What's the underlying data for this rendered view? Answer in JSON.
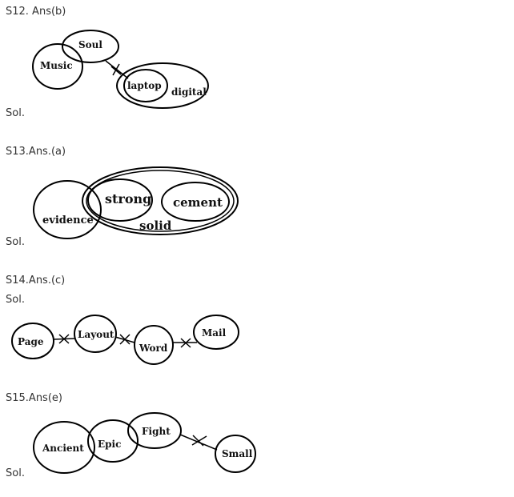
{
  "questions": [
    {
      "id": "S12",
      "answer_label": "S12. Ans(b)",
      "sol_label": "Sol.",
      "terms": {
        "music": "Music",
        "soul": "Soul",
        "laptop": "laptop",
        "digital": "digital"
      }
    },
    {
      "id": "S13",
      "answer_label": "S13.Ans.(a)",
      "sol_label": "Sol.",
      "terms": {
        "evidence": "evidence",
        "strong": "strong",
        "cement": "cement",
        "solid": "solid"
      }
    },
    {
      "id": "S14",
      "answer_label": "S14.Ans.(c)",
      "sol_label": "Sol.",
      "terms": {
        "page": "Page",
        "layout": "Layout",
        "word": "Word",
        "mail": "Mail"
      }
    },
    {
      "id": "S15",
      "answer_label": "S15.Ans(e)",
      "sol_label": "Sol.",
      "terms": {
        "ancient": "Ancient",
        "epic": "Epic",
        "fight": "Fight",
        "small": "Small"
      }
    }
  ]
}
